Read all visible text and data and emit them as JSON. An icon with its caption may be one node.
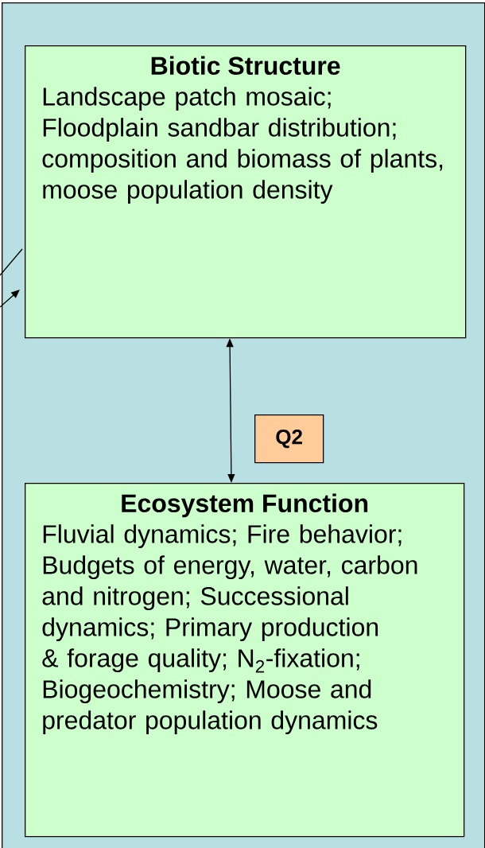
{
  "diagram": {
    "nodes": [
      {
        "text": [],
        "shape": "box"
      },
      {
        "text": [
          "Biotic Structure",
          "Landscape patch mosaic; Floodplain sandbar distribution; composition and biomass of plants, moose population density"
        ],
        "in": 0
      },
      {
        "text": [
          "Ecosystem Function",
          "Fluvial dynamics; Fire behavior; Budgets of energy, water, carbon and nitrogen; Successional dynamics; Primary production & forage quality; N$_{2}$-fixation; Biogeochemistry; Moose and predator population dynamics"
        ],
        "in": 0
      },
      {
        "text": [
          "Q2"
        ],
        "in": 0
      }
    ],
    "edges": [
      {
        "from": null,
        "to": 1,
        "arrow": "none"
      },
      {
        "from": null,
        "to": 1,
        "arrow": "to"
      },
      {
        "from": 1,
        "to": 2,
        "arrow": "both"
      }
    ]
  }
}
